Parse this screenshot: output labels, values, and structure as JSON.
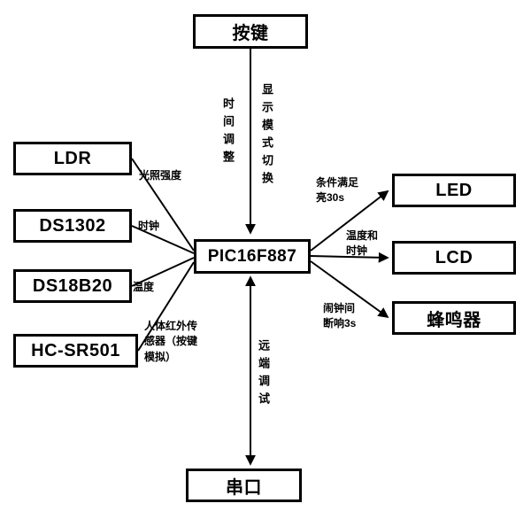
{
  "nodes": {
    "button": {
      "label": "按键"
    },
    "ldr": {
      "label": "LDR"
    },
    "ds1302": {
      "label": "DS1302"
    },
    "ds18b20": {
      "label": "DS18B20"
    },
    "hcsr501": {
      "label": "HC-SR501"
    },
    "mcu": {
      "label": "PIC16F887"
    },
    "led": {
      "label": "LED"
    },
    "lcd": {
      "label": "LCD"
    },
    "buzzer": {
      "label": "蜂鸣器"
    },
    "serial": {
      "label": "串口"
    }
  },
  "edge_labels": {
    "time_adjust": "时间调整",
    "display_mode_switch": "显示模式切换",
    "light_intensity": "光照强度",
    "clock": "时钟",
    "temperature": "温度",
    "pir_sensor": "人体红外传感器（按键模拟）",
    "led_condition": "条件满足亮30s",
    "lcd_content": "温度和时钟",
    "buzzer_alarm": "闹钟间断响3s",
    "remote_debug": "远端调试"
  },
  "colors": {
    "line": "#000000",
    "box_border": "#000000",
    "background": "#ffffff"
  }
}
